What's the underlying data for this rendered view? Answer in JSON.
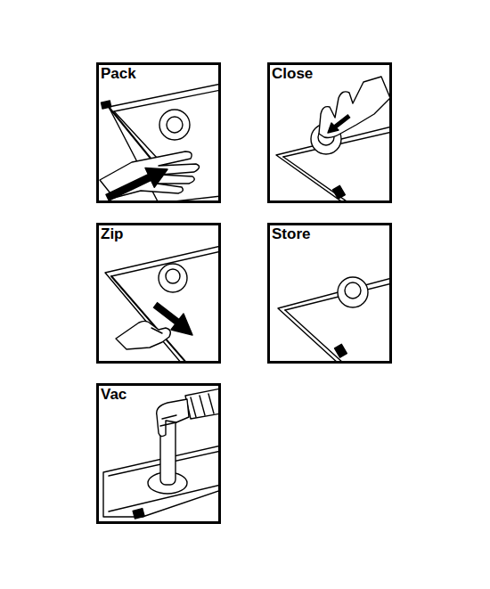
{
  "diagram": {
    "nodes": [
      {
        "text": [
          "Pack"
        ]
      },
      {
        "text": [
          "Close"
        ]
      },
      {
        "text": [
          "Zip"
        ]
      },
      {
        "text": [
          "Store"
        ]
      },
      {
        "text": [
          "Vac"
        ]
      }
    ]
  }
}
